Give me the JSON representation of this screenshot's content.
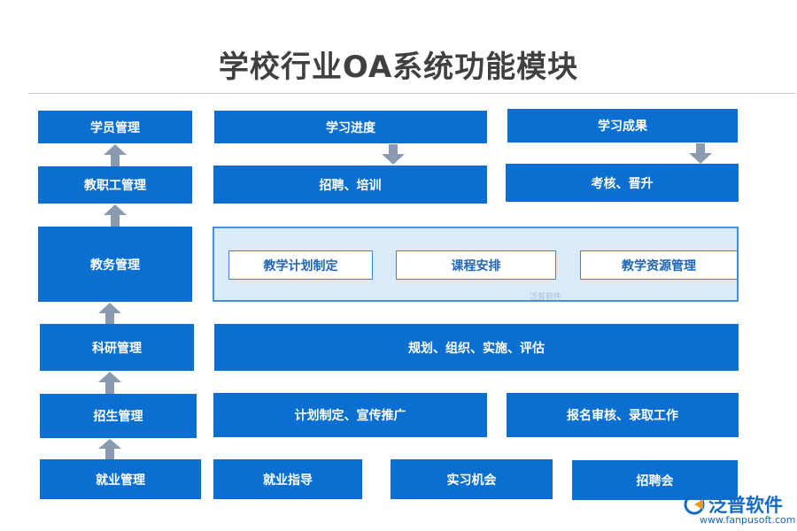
{
  "title": "学校行业OA系统功能模块",
  "left_column": [
    "学员管理",
    "教职工管理",
    "教务管理",
    "科研管理",
    "招生管理",
    "就业管理"
  ],
  "row1": {
    "progress": "学习进度",
    "results": "学习成果"
  },
  "row2": {
    "recruit": "招聘、培训",
    "assess": "考核、晋升"
  },
  "panel": {
    "items": [
      "教学计划制定",
      "课程安排",
      "教学资源管理"
    ],
    "watermark": "泛普软件"
  },
  "row4": {
    "research": "规划、组织、实施、评估"
  },
  "row5": {
    "plan": "计划制定、宣传推广",
    "enroll": "报名审核、录取工作"
  },
  "row6": [
    "就业指导",
    "实习机会",
    "招聘会"
  ],
  "logo": {
    "name": "泛普软件",
    "url": "www.fanpusoft.com"
  },
  "colors": {
    "box": "#0a6fd0",
    "panel_bg": "#dcebfa",
    "arrow": "#8a9bb0",
    "title": "#404040"
  }
}
